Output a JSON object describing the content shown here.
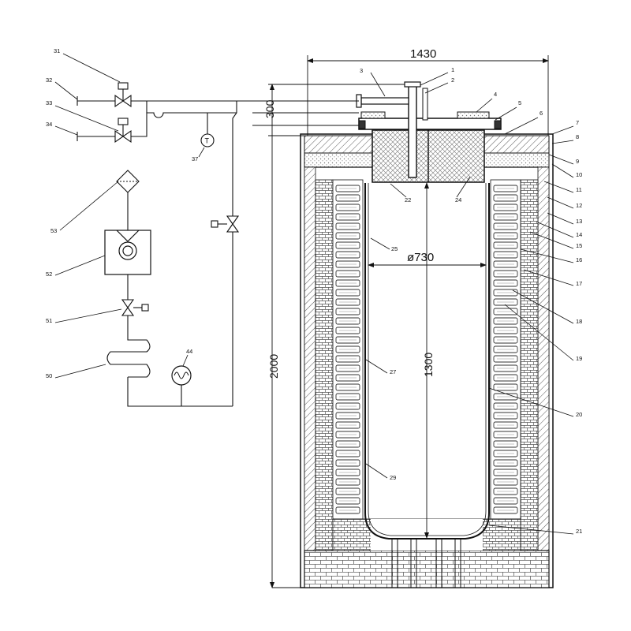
{
  "dimensions": {
    "overall_width": "1430",
    "inner_diameter": "ø730",
    "overall_height": "2000",
    "chamber_depth": "1300",
    "lid_offset": "300"
  },
  "callouts": {
    "c1": "1",
    "c2": "2",
    "c3": "3",
    "c4": "4",
    "c5": "5",
    "c6": "6",
    "c7": "7",
    "c8": "8",
    "c9": "9",
    "c10": "10",
    "c11": "11",
    "c12": "12",
    "c13": "13",
    "c14": "14",
    "c15": "15",
    "c16": "16",
    "c17": "17",
    "c18": "18",
    "c19": "19",
    "c20": "20",
    "c21": "21",
    "c22": "22",
    "c24": "24",
    "c25": "25",
    "c27": "27",
    "c29": "29",
    "c31": "31",
    "c32": "32",
    "c33": "33",
    "c34": "34",
    "c37": "37",
    "c44": "44",
    "c50": "50",
    "c51": "51",
    "c52": "52",
    "c53": "53"
  },
  "instruments": {
    "thermometer_glyph": "T"
  },
  "colors": {
    "line": "#111111",
    "brick": "#555555",
    "fill_light": "#f4f4f4"
  }
}
